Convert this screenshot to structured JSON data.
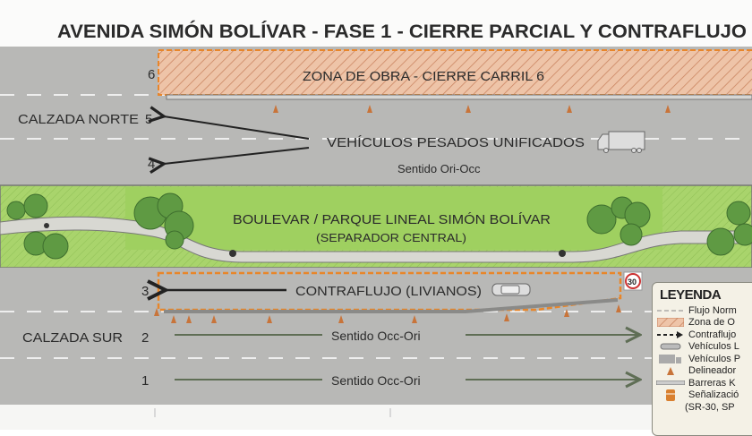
{
  "title": "AVENIDA SIMÓN BOLÍVAR - FASE 1 - CIERRE PARCIAL Y CONTRAFLUJO",
  "north": {
    "label": "CALZADA NORTE",
    "lanes": [
      "6",
      "5",
      "4"
    ],
    "work_zone": "ZONA DE OBRA - CIERRE CARRIL 6",
    "heavy": "VEHÍCULOS PESADOS UNIFICADOS",
    "direction": "Sentido Ori-Occ"
  },
  "median": {
    "title": "BOULEVAR / PARQUE LINEAL SIMÓN BOLÍVAR",
    "subtitle": "(SEPARADOR CENTRAL)"
  },
  "south": {
    "label": "CALZADA SUR",
    "lanes": [
      "3",
      "2",
      "1"
    ],
    "contraflow": "CONTRAFLUJO (LIVIANOS)",
    "speed_sign": "30",
    "direction_2": "Sentido Occ-Ori",
    "direction_1": "Sentido Occ-Ori"
  },
  "legend": {
    "title": "LEYENDA",
    "items": [
      {
        "icon": "dashed-line-icon",
        "label": "Flujo Norm"
      },
      {
        "icon": "hatch-icon",
        "label": "Zona de O"
      },
      {
        "icon": "dashed-arrow-icon",
        "label": "Contraflujo"
      },
      {
        "icon": "car-icon",
        "label": "Vehículos L"
      },
      {
        "icon": "truck-icon",
        "label": "Vehículos P"
      },
      {
        "icon": "cone-icon",
        "label": "Delineador"
      },
      {
        "icon": "barrier-icon",
        "label": "Barreras K"
      },
      {
        "icon": "drum-icon",
        "label": "Señalizació"
      }
    ],
    "extra": "(SR-30, SP"
  },
  "colors": {
    "road": "#b8b8b6",
    "grass": "#9ccc5a",
    "orange": "#e8862a",
    "arrow_green": "#5f6e55"
  }
}
